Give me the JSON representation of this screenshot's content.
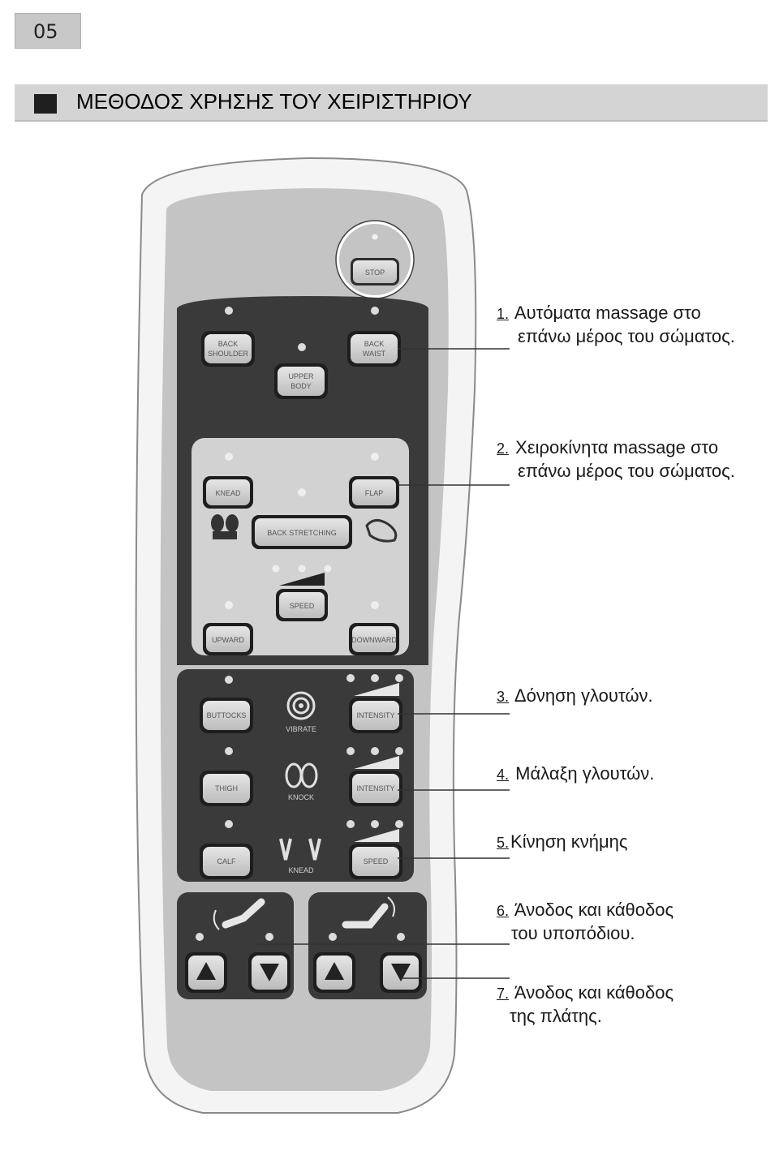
{
  "page_number": "05",
  "title": "ΜΕΘΟΔΟΣ ΧΡΗΣΗΣ ΤΟΥ ΧΕΙΡΙΣΤΗΡΙΟΥ",
  "remote": {
    "stop": "STOP",
    "back_shoulder": [
      "BACK",
      "SHOULDER"
    ],
    "back_waist": [
      "BACK",
      "WAIST"
    ],
    "upper_body": [
      "UPPER",
      "BODY"
    ],
    "knead": "KNEAD",
    "flap": "FLAP",
    "back_stretching": "BACK STRETCHING",
    "speed": "SPEED",
    "upward": "UPWARD",
    "downward": "DOWNWARD",
    "buttocks": "BUTTOCKS",
    "vibrate": "VIBRATE",
    "intensity": "INTENSITY",
    "thigh": "THIGH",
    "knock": "KNOCK",
    "calf": "CALF",
    "knead_calf": "KNEAD",
    "speed_calf": "SPEED"
  },
  "captions": [
    {
      "num": "1.",
      "lines": [
        "Αυτόματα massage στο",
        "επάνω μέρος του σώματος."
      ]
    },
    {
      "num": "2.",
      "lines": [
        "Χειροκίνητα massage στο",
        "επάνω μέρος του σώματος."
      ]
    },
    {
      "num": "3.",
      "lines": [
        "Δόνηση γλουτών."
      ]
    },
    {
      "num": "4.",
      "lines": [
        "Μάλαξη γλουτών."
      ]
    },
    {
      "num": "5.",
      "lines": [
        "Κίνηση κνήμης"
      ]
    },
    {
      "num": "6.",
      "lines": [
        "Άνοδος και κάθοδος",
        "του υποπόδιου."
      ]
    },
    {
      "num": "7.",
      "lines": [
        "Άνοδος και κάθοδος",
        "της πλάτης."
      ]
    }
  ]
}
